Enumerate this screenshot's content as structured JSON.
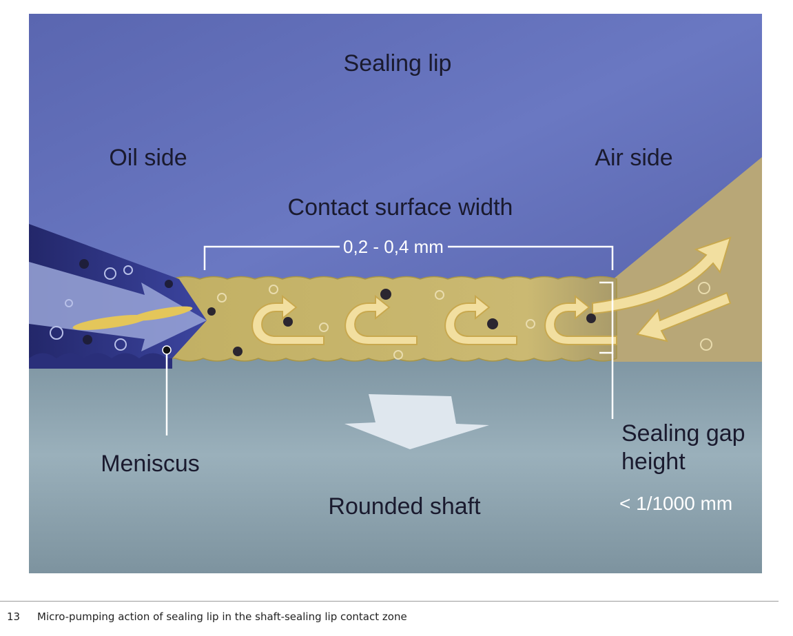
{
  "labels": {
    "sealing_lip": "Sealing lip",
    "oil_side": "Oil side",
    "air_side": "Air side",
    "contact_surface_width": "Contact surface width",
    "width_value": "0,2 - 0,4 mm",
    "meniscus": "Meniscus",
    "sealing_gap_height_line1": "Sealing gap",
    "sealing_gap_height_line2": "height",
    "gap_value": "< 1/1000 mm",
    "rounded_shaft": "Rounded shaft"
  },
  "caption": {
    "number": "13",
    "text": "Micro-pumping action of sealing lip in the shaft-sealing lip contact zone"
  },
  "colors": {
    "sealing_lip": "#5f6db8",
    "oil_flow": "#2a2f7a",
    "contact_zone": "#c7b56a",
    "pump_arrow": "#f2dfa0",
    "shaft": "#8aa2ae",
    "label_text": "#1a1a2e",
    "line_white": "#ffffff"
  }
}
